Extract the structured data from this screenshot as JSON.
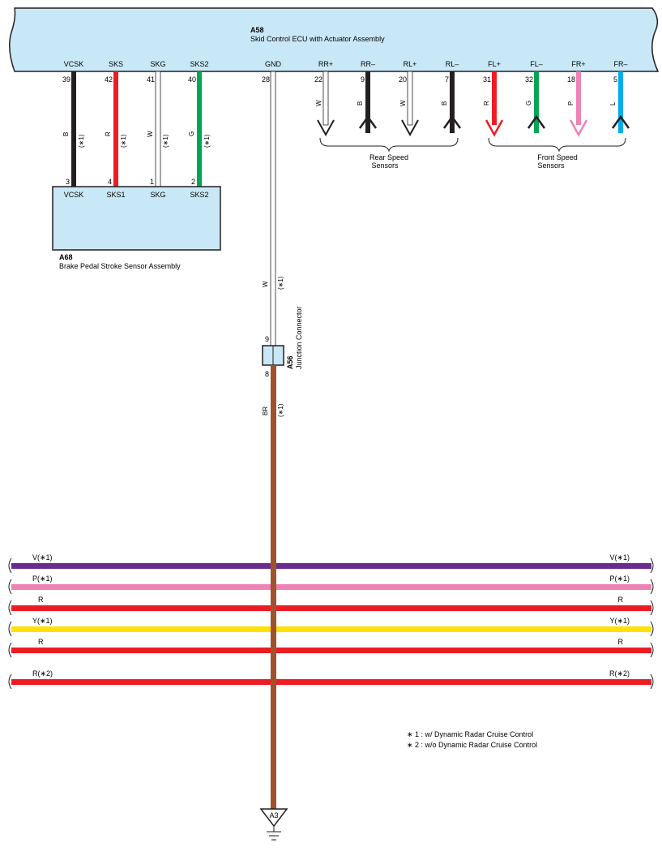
{
  "ecu": {
    "id": "A58",
    "name": "Skid Control ECU with Actuator Assembly",
    "pins": [
      {
        "label": "VCSK",
        "num": "39",
        "color_code": "B",
        "opt": "(∗1)"
      },
      {
        "label": "SKS",
        "num": "42",
        "color_code": "R",
        "opt": "(∗1)"
      },
      {
        "label": "SKG",
        "num": "41",
        "color_code": "W",
        "opt": "(∗1)"
      },
      {
        "label": "SKS2",
        "num": "40",
        "color_code": "G",
        "opt": "(∗1)"
      },
      {
        "label": "GND",
        "num": "28"
      },
      {
        "label": "RR+",
        "num": "22",
        "color_code": "W"
      },
      {
        "label": "RR–",
        "num": "9",
        "color_code": "B"
      },
      {
        "label": "RL+",
        "num": "20",
        "color_code": "W"
      },
      {
        "label": "RL–",
        "num": "7",
        "color_code": "B"
      },
      {
        "label": "FL+",
        "num": "31",
        "color_code": "R"
      },
      {
        "label": "FL–",
        "num": "32",
        "color_code": "G"
      },
      {
        "label": "FR+",
        "num": "18",
        "color_code": "P"
      },
      {
        "label": "FR–",
        "num": "5",
        "color_code": "L"
      }
    ]
  },
  "sensor_assembly": {
    "id": "A68",
    "name": "Brake Pedal Stroke Sensor Assembly",
    "pins": [
      {
        "label": "VCSK",
        "num": "3"
      },
      {
        "label": "SKS1",
        "num": "4"
      },
      {
        "label": "SKG",
        "num": "1"
      },
      {
        "label": "SKS2",
        "num": "2"
      }
    ]
  },
  "rear_sensors": {
    "line1": "Rear Speed",
    "line2": "Sensors"
  },
  "front_sensors": {
    "line1": "Front Speed",
    "line2": "Sensors"
  },
  "gnd_wire": {
    "color_code": "W",
    "opt": "(∗1)"
  },
  "junction": {
    "id": "A56",
    "name": "Junction Connector",
    "pin_in": "9",
    "pin_out": "8",
    "out_color_code": "BR",
    "out_opt": "(∗1)"
  },
  "buses": [
    {
      "label": "V(∗1)",
      "color": "#6a2c8e"
    },
    {
      "label": "P(∗1)",
      "color": "#ee82b4"
    },
    {
      "label": "R",
      "color": "#ed1c24"
    },
    {
      "label": "Y(∗1)",
      "color": "#ffe000"
    },
    {
      "label": "R",
      "color": "#ed1c24"
    },
    {
      "label": "R(∗2)",
      "color": "#ed1c24"
    }
  ],
  "notes": [
    "∗ 1 : w/ Dynamic Radar Cruise Control",
    "∗ 2 : w/o Dynamic Radar Cruise Control"
  ],
  "ground": {
    "label": "A3"
  },
  "colors": {
    "box_fill": "#c9e8f7",
    "black": "#231f20",
    "red": "#ed1c24",
    "green": "#00a651",
    "pink": "#ee82b4",
    "blue": "#00aeef",
    "brown": "#a0522d"
  }
}
